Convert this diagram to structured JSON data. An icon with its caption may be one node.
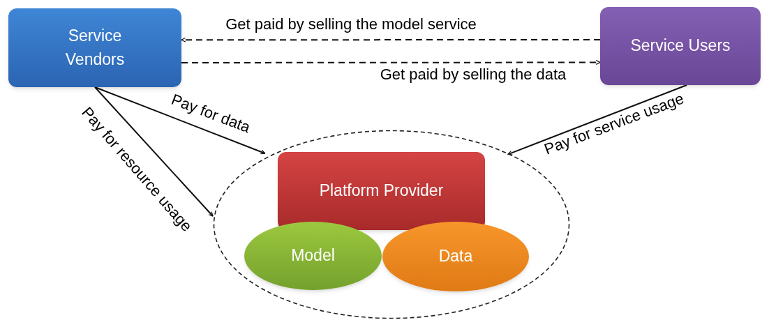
{
  "diagram": {
    "nodes": [
      {
        "text": [
          "Service Vendors"
        ]
      },
      {
        "text": [
          "Service Users"
        ]
      },
      {
        "text": [],
        "shape": "ellipse"
      },
      {
        "text": [
          "Platform Provider"
        ],
        "in": 2
      },
      {
        "text": [
          "Model"
        ],
        "in": 2
      },
      {
        "text": [
          "Data"
        ],
        "in": 2
      }
    ],
    "edges": [
      {
        "from": 1,
        "to": 0,
        "arrow": "to",
        "label": "Get paid by selling the model service",
        "style": "dashed"
      },
      {
        "from": 0,
        "to": 1,
        "arrow": "to",
        "label": "Get paid by selling the data",
        "style": "dashed"
      },
      {
        "from": 0,
        "to": 2,
        "arrow": "to",
        "label": "Pay for data"
      },
      {
        "from": 0,
        "to": 2,
        "arrow": "to",
        "label": "Pay for resource usage"
      },
      {
        "from": 1,
        "to": 2,
        "arrow": "to",
        "label": "Pay for service usage"
      }
    ]
  }
}
